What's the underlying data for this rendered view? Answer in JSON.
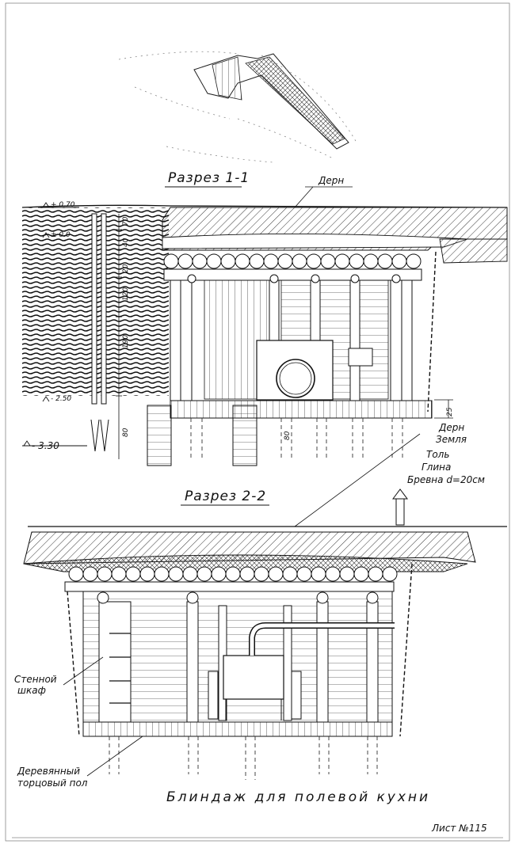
{
  "drawing": {
    "section_1_title": "Разрез 1-1",
    "section_2_title": "Разрез 2-2",
    "main_title": "Блиндаж для полевой кухни",
    "sheet_number": "Лист №115"
  },
  "section_1": {
    "sod_label": "Дерн",
    "elevation_top": "+ 0.70",
    "elevation_zero": "± 0.0",
    "elevation_mid": "- 2.50",
    "elevation_bottom": "- 3.30",
    "dim_70": "70",
    "dim_40": "40",
    "dim_20": "20",
    "dim_120": "120",
    "dim_190": "190",
    "dim_80_left": "80",
    "dim_80_right": "80",
    "dim_25": "25"
  },
  "layers": [
    "Дерн",
    "Земля",
    "Толь",
    "Глина",
    "Бревна d=20см"
  ],
  "section_2": {
    "wall_cabinet_label_1": "Стенной",
    "wall_cabinet_label_2": "шкаф",
    "floor_label_1": "Деревянный",
    "floor_label_2": "торцовый пол"
  }
}
